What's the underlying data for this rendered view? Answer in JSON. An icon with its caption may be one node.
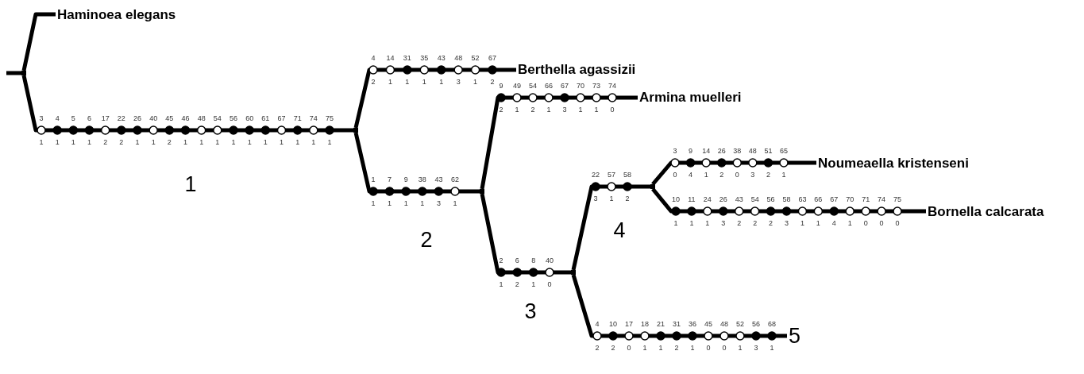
{
  "diagram": {
    "nodes": [
      {
        "text": [],
        "shape": "point"
      },
      {
        "text": [
          "Haminoea elegans"
        ]
      },
      {
        "text": [],
        "shape": "point"
      },
      {
        "text": [
          "Berthella agassizii"
        ]
      },
      {
        "text": [],
        "shape": "point"
      },
      {
        "text": [
          "Armina muelleri"
        ]
      },
      {
        "text": [],
        "shape": "point"
      },
      {
        "text": [],
        "shape": "point"
      },
      {
        "text": [
          "Noumeaella kristenseni"
        ]
      },
      {
        "text": [
          "Bornella calcarata"
        ]
      },
      {
        "text": [
          "5"
        ]
      }
    ],
    "edges": [
      {
        "from": null,
        "to": 0,
        "arrow": "none"
      },
      {
        "from": 0,
        "to": 1,
        "arrow": "none"
      },
      {
        "from": 0,
        "to": 2,
        "arrow": "none"
      },
      {
        "from": 2,
        "to": 3,
        "arrow": "none"
      },
      {
        "from": 2,
        "to": 4,
        "arrow": "none"
      },
      {
        "from": 4,
        "to": 5,
        "arrow": "none"
      },
      {
        "from": 4,
        "to": 6,
        "arrow": "none"
      },
      {
        "from": 6,
        "to": 7,
        "arrow": "none"
      },
      {
        "from": 6,
        "to": 10,
        "arrow": "none"
      },
      {
        "from": 7,
        "to": 8,
        "arrow": "none"
      },
      {
        "from": 7,
        "to": 9,
        "arrow": "none"
      }
    ],
    "labels": [
      "3",
      "4",
      "5",
      "6",
      "17",
      "22",
      "26",
      "40",
      "45",
      "46",
      "48",
      "54",
      "56",
      "60",
      "61",
      "67",
      "71",
      "74",
      "75",
      "1",
      "1",
      "1",
      "1",
      "2",
      "2",
      "1",
      "1",
      "2",
      "1",
      "1",
      "1",
      "1",
      "1",
      "1",
      "1",
      "1",
      "1",
      "1",
      "1",
      "4",
      "14",
      "31",
      "35",
      "43",
      "48",
      "52",
      "67",
      "2",
      "1",
      "1",
      "1",
      "1",
      "3",
      "1",
      "2",
      "1",
      "7",
      "9",
      "38",
      "43",
      "62",
      "1",
      "1",
      "1",
      "1",
      "3",
      "1",
      "2",
      "9",
      "49",
      "54",
      "66",
      "67",
      "70",
      "73",
      "74",
      "2",
      "1",
      "2",
      "1",
      "3",
      "1",
      "1",
      "0",
      "2",
      "6",
      "8",
      "40",
      "1",
      "2",
      "1",
      "0",
      "3",
      "22",
      "57",
      "58",
      "3",
      "1",
      "2",
      "4",
      "3",
      "9",
      "14",
      "26",
      "38",
      "48",
      "51",
      "65",
      "0",
      "4",
      "1",
      "2",
      "0",
      "3",
      "2",
      "1",
      "10",
      "11",
      "24",
      "26",
      "43",
      "54",
      "56",
      "58",
      "63",
      "66",
      "67",
      "70",
      "71",
      "74",
      "75",
      "1",
      "1",
      "1",
      "3",
      "2",
      "2",
      "2",
      "3",
      "1",
      "1",
      "4",
      "1",
      "0",
      "0",
      "0",
      "4",
      "10",
      "17",
      "18",
      "21",
      "31",
      "36",
      "45",
      "48",
      "52",
      "56",
      "68",
      "2",
      "2",
      "0",
      "1",
      "1",
      "2",
      "1",
      "0",
      "0",
      "1",
      "3",
      "1"
    ]
  }
}
